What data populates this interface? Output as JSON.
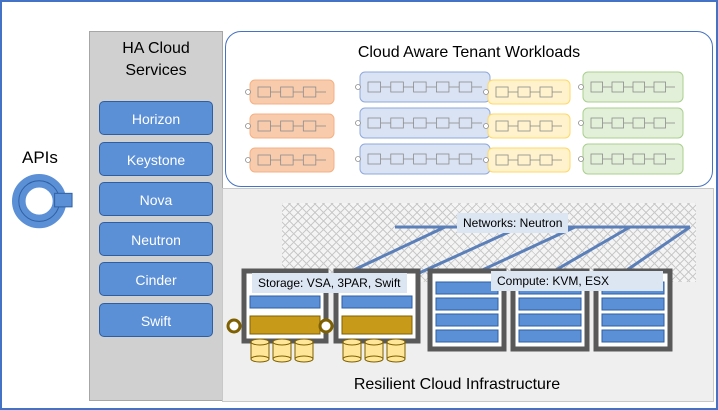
{
  "apis_label": "APIs",
  "services": {
    "title_line1": "HA Cloud",
    "title_line2": "Services",
    "items": [
      "Horizon",
      "Keystone",
      "Nova",
      "Neutron",
      "Cinder",
      "Swift"
    ]
  },
  "workloads": {
    "title": "Cloud Aware Tenant Workloads",
    "groups": [
      {
        "color": "#f8cbad",
        "border": "#f4b183"
      },
      {
        "color": "#dae3f3",
        "border": "#8faadc"
      },
      {
        "color": "#fff2cc",
        "border": "#ffd966"
      },
      {
        "color": "#e2f0d9",
        "border": "#a9d18e"
      }
    ]
  },
  "infrastructure": {
    "title": "Resilient Cloud Infrastructure",
    "networks_label": "Networks: Neutron",
    "storage_label": "Storage: VSA, 3PAR, Swift",
    "compute_label": "Compute: KVM, ESX"
  },
  "colors": {
    "accent_blue": "#4472c4",
    "service_blue": "#5b8fd6",
    "storage_gold": "#c79a1a",
    "disk_yellow": "#ffe699",
    "rack_gray": "#595959"
  }
}
